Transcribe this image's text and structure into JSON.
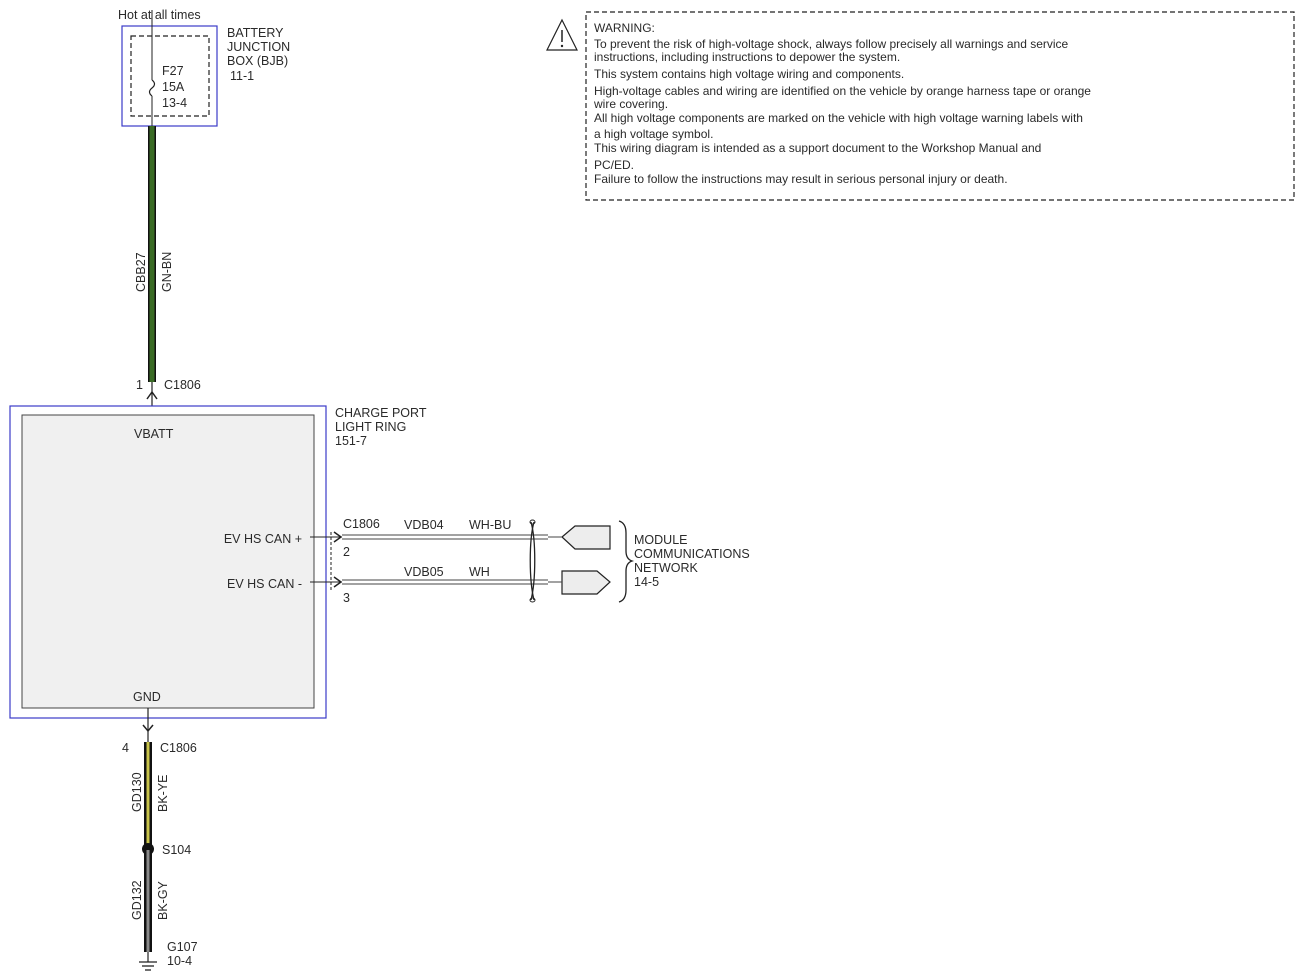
{
  "power": {
    "label": "Hot at all times"
  },
  "bjb": {
    "name_line1": "BATTERY",
    "name_line2": "JUNCTION",
    "name_line3": "BOX (BJB)",
    "ref": "11-1",
    "fuse_id": "F27",
    "fuse_rating": "15A",
    "fuse_ref": "13-4"
  },
  "wire_vbatt": {
    "circuit": "CBB27",
    "color_code": "GN-BN",
    "color": "#3a6b25"
  },
  "connector_top": {
    "pin": "1",
    "name": "C1806"
  },
  "module": {
    "name_line1": "CHARGE PORT",
    "name_line2": "LIGHT RING",
    "ref": "151-7",
    "pin_vbatt": "VBATT",
    "pin_gnd": "GND",
    "pin_can_plus": "EV HS CAN +",
    "pin_can_minus": "EV HS CAN -"
  },
  "can_wires": {
    "connector": "C1806",
    "plus_circuit": "VDB04",
    "plus_color": "WH-BU",
    "plus_pin": "2",
    "minus_circuit": "VDB05",
    "minus_color": "WH",
    "minus_pin": "3"
  },
  "network": {
    "line1": "MODULE",
    "line2": "COMMUNICATIONS",
    "line3": "NETWORK",
    "ref": "14-5"
  },
  "connector_bottom": {
    "pin": "4",
    "name": "C1806"
  },
  "wire_gnd1": {
    "circuit": "GD130",
    "color_code": "BK-YE",
    "color": "#c9c44a"
  },
  "splice": {
    "name": "S104"
  },
  "wire_gnd2": {
    "circuit": "GD132",
    "color_code": "BK-GY",
    "color": "#8a8a8a"
  },
  "ground": {
    "name": "G107",
    "ref": "10-4"
  },
  "warning": {
    "title": "WARNING:",
    "lines": [
      "To prevent the risk of high-voltage shock, always follow precisely all warnings and service",
      "instructions, including instructions to depower the system.",
      "This system contains high voltage wiring and components.",
      "High-voltage cables and wiring are identified on the vehicle by orange harness tape or orange",
      "wire covering.",
      "All high voltage components are marked on the vehicle with high voltage warning labels with",
      "a high voltage symbol.",
      "This wiring diagram is intended as a support document to the Workshop Manual and",
      "PC/ED.",
      "Failure to follow the instructions may result in serious personal injury or death."
    ]
  }
}
